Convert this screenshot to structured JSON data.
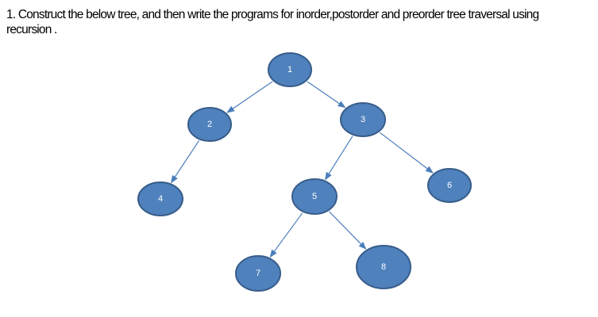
{
  "question": {
    "text": "1.  Construct the  below tree, and  then write the programs for inorder,postorder and preorder tree traversal using recursion ."
  },
  "colors": {
    "node_fill": "#4F81BD",
    "node_stroke": "#385D8A",
    "edge": "#4A7EBB",
    "label": "#FFFFFF"
  },
  "tree": {
    "nodes": [
      {
        "id": "1",
        "label": "1"
      },
      {
        "id": "2",
        "label": "2"
      },
      {
        "id": "3",
        "label": "3"
      },
      {
        "id": "4",
        "label": "4"
      },
      {
        "id": "5",
        "label": "5"
      },
      {
        "id": "6",
        "label": "6"
      },
      {
        "id": "7",
        "label": "7"
      },
      {
        "id": "8",
        "label": "8"
      }
    ],
    "edges": [
      {
        "from": "1",
        "to": "2"
      },
      {
        "from": "1",
        "to": "3"
      },
      {
        "from": "2",
        "to": "4"
      },
      {
        "from": "3",
        "to": "5"
      },
      {
        "from": "3",
        "to": "6"
      },
      {
        "from": "5",
        "to": "7"
      },
      {
        "from": "5",
        "to": "8"
      }
    ]
  }
}
